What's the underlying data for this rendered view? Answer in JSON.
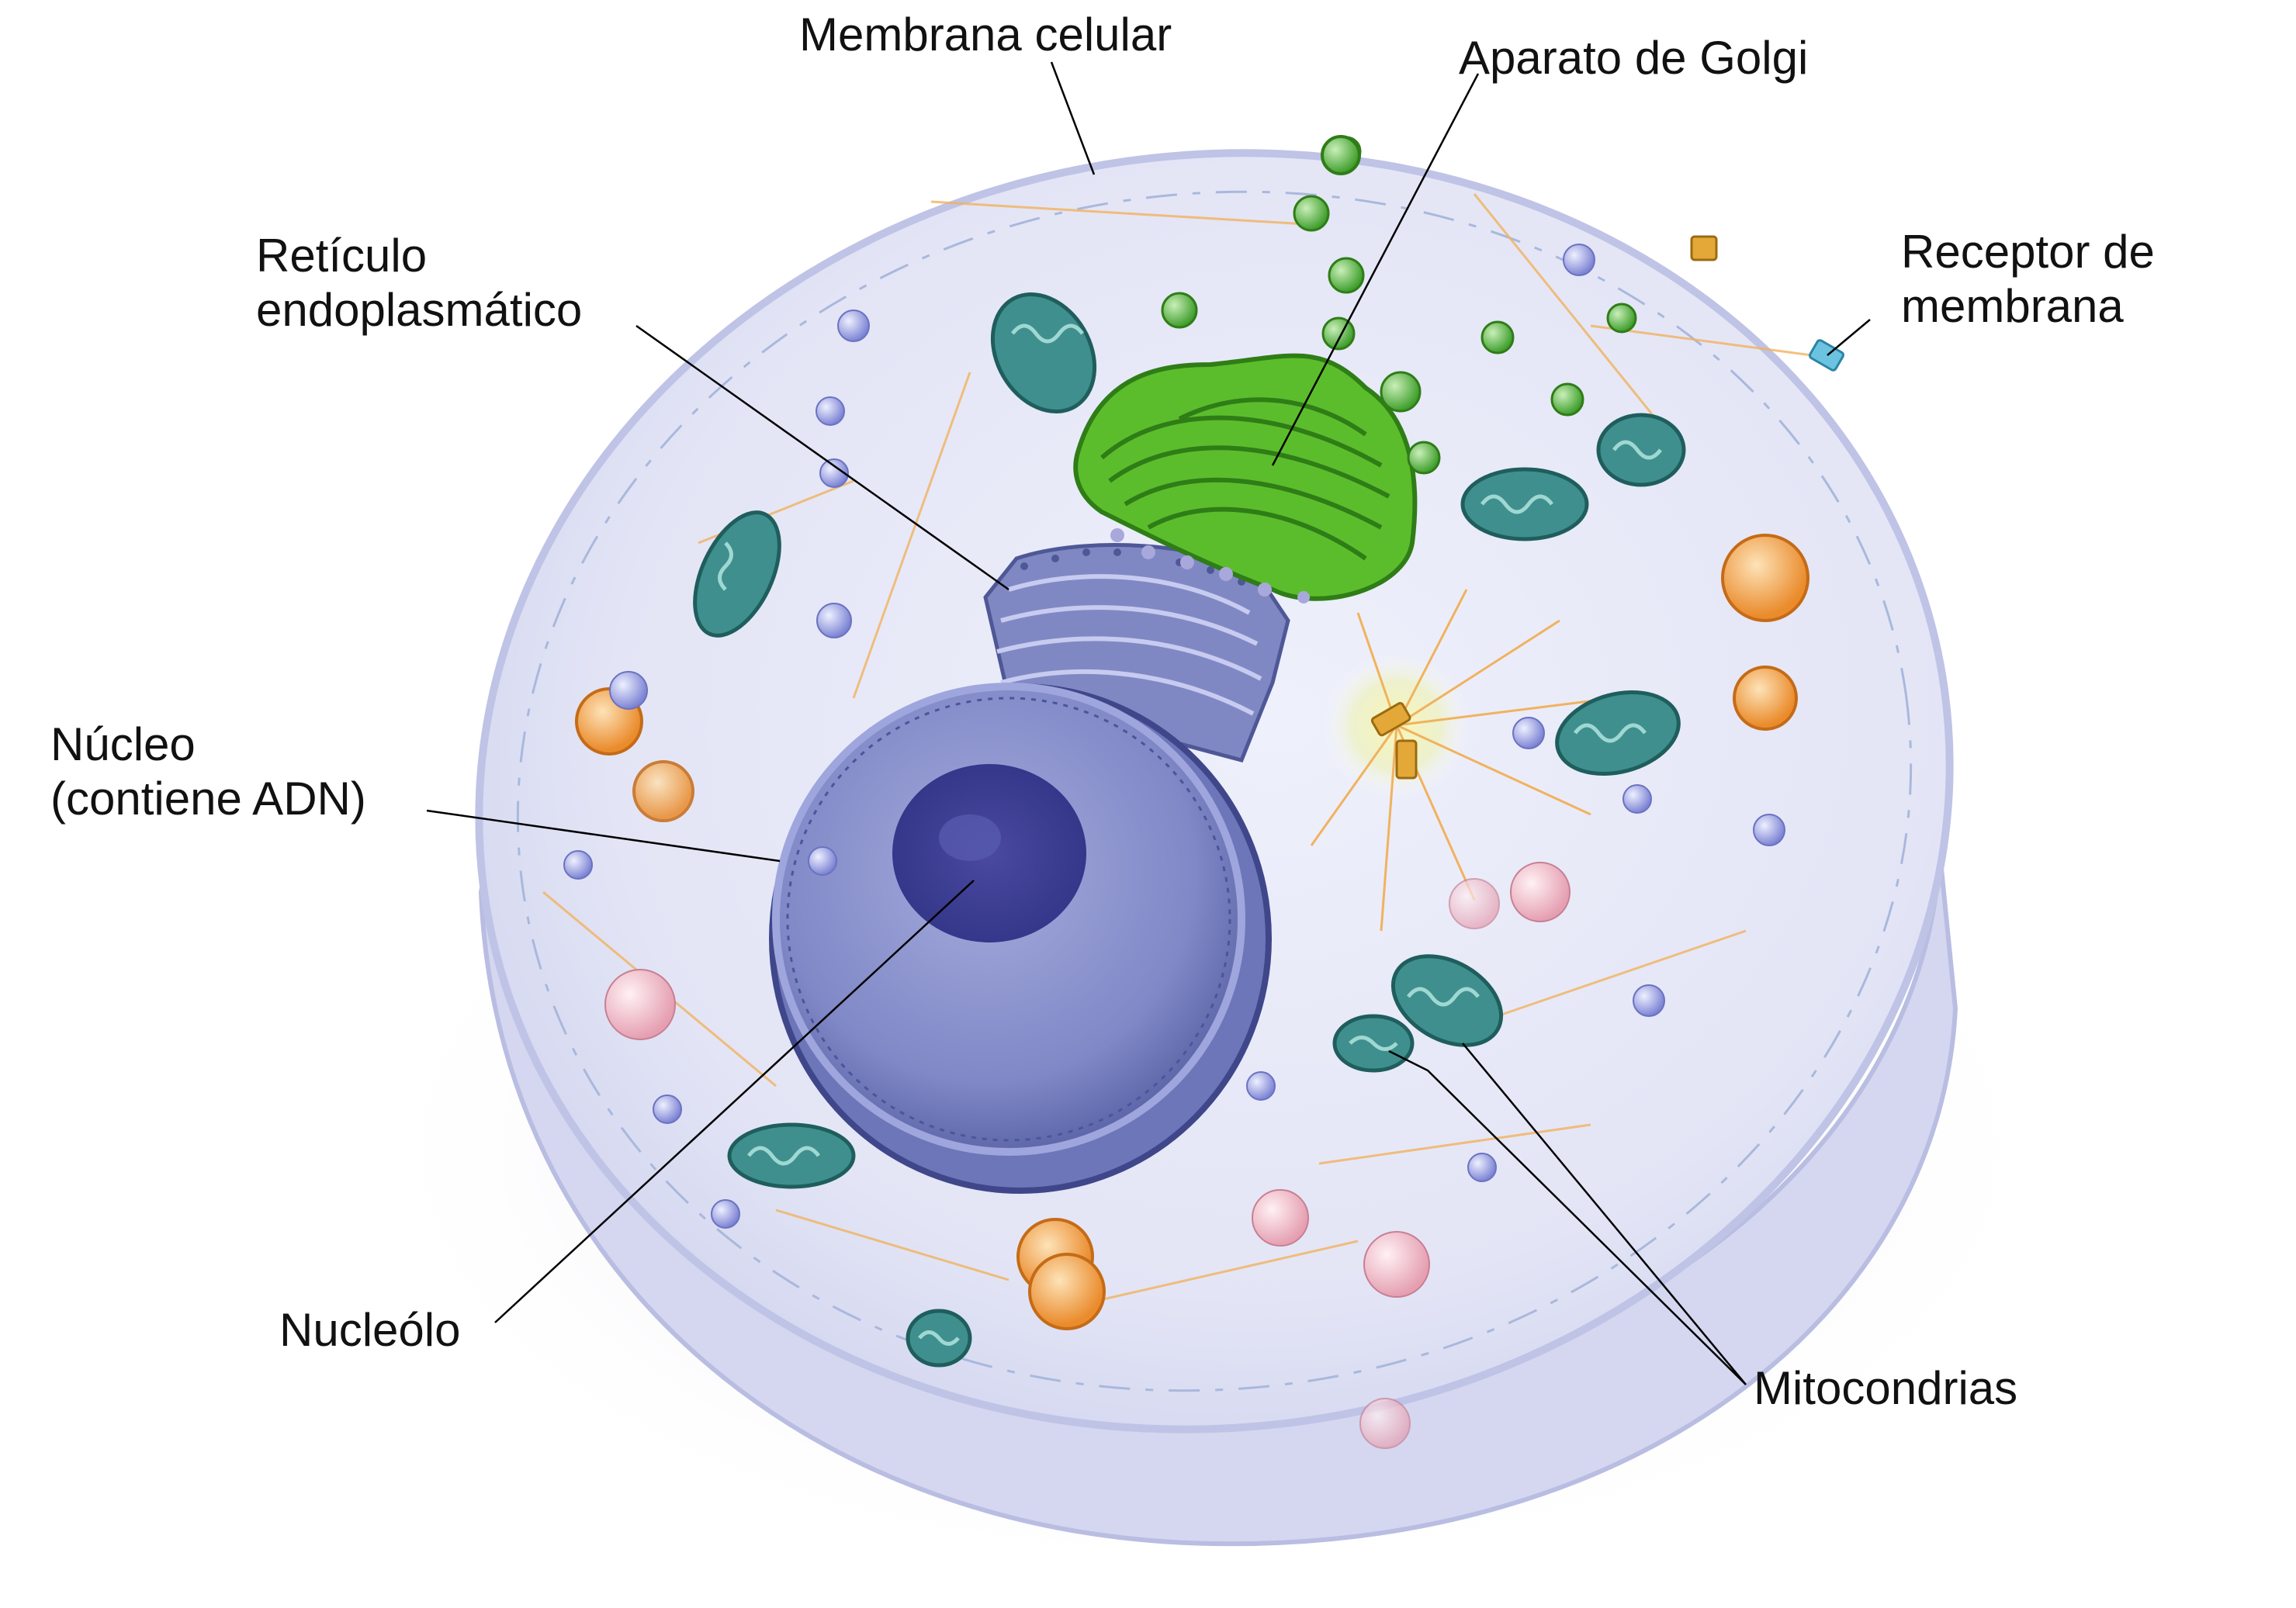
{
  "diagram": {
    "labels": {
      "membrana_celular": "Membrana celular",
      "aparato_golgi": "Aparato de Golgi",
      "reticulo_line1": "Retículo",
      "reticulo_line2": "endoplasmático",
      "receptor_line1": "Receptor de",
      "receptor_line2": "membrana",
      "nucleo_line1": "Núcleo",
      "nucleo_line2": "(contiene ADN)",
      "nucleolo": "Nucleólo",
      "mitocondrias": "Mitocondrias"
    },
    "colors": {
      "cell_body": "#e4e6f7",
      "cell_rim": "#cfd3ee",
      "cell_shadow": "#c9c3dc",
      "nucleus": "#7f88c6",
      "nucleus_dark": "#55609f",
      "nucleolus": "#3b3f8f",
      "golgi": "#55b52a",
      "golgi_dark": "#2f7d17",
      "er": "#7c86bf",
      "mitochondria": "#3f8f8e",
      "mitochondria_light": "#7ec3bf",
      "lysosome": "#ef9a3d",
      "vesicle_green": "#5dbb4a",
      "vesicle_blue": "#8c93dc",
      "vesicle_pink": "#f0b7c3",
      "centrosome_glow": "#f6f2a0",
      "receptor": "#6cc3e0",
      "leader_line": "#000000"
    }
  }
}
